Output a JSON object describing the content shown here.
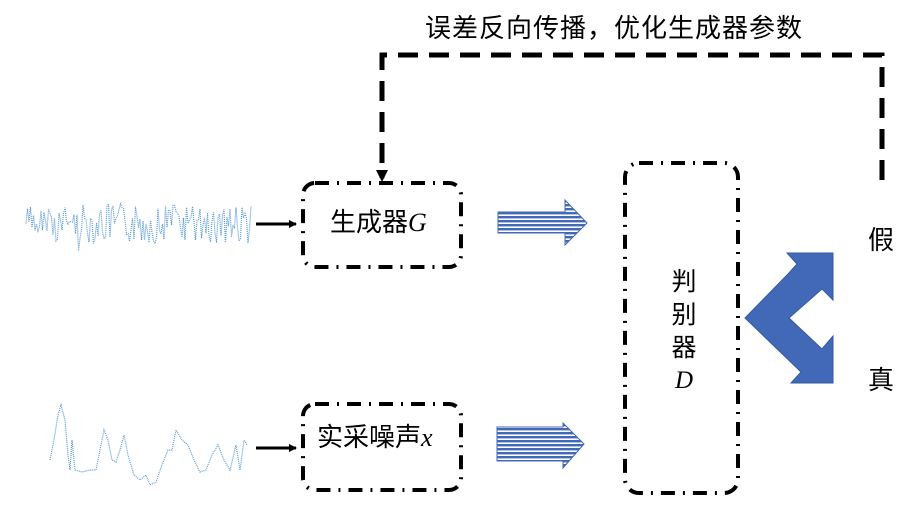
{
  "feedback": {
    "text": "误差反向传播，优化生成器参数"
  },
  "generator": {
    "label_cn": "生成器",
    "label_var": "G"
  },
  "real_noise": {
    "label_cn": "实采噪声",
    "label_var": "x"
  },
  "discriminator": {
    "chars": [
      "判",
      "别",
      "器"
    ],
    "label_var": "D"
  },
  "outputs": {
    "fake": "假",
    "real": "真"
  },
  "colors": {
    "arrow_blue": "#4169b8",
    "wave_blue": "#5b9bd5",
    "line_black": "#000000"
  },
  "icons": {
    "input_wave_generated": "random-noise-waveform",
    "input_wave_real": "real-noise-waveform",
    "double_arrow": "chevron-split-arrow"
  }
}
